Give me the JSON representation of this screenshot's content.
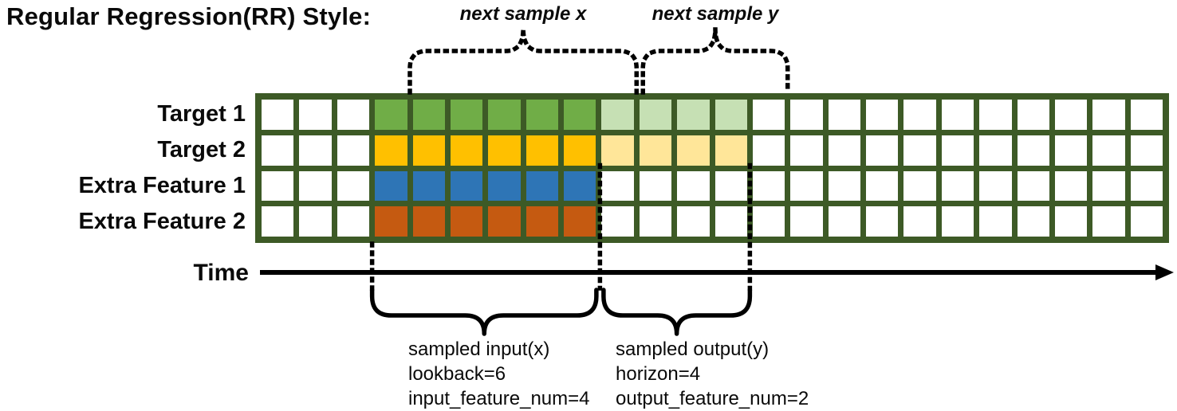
{
  "title": "Regular Regression(RR) Style:",
  "annotations": {
    "next_sample_x": "next sample x",
    "next_sample_y": "next sample y",
    "time_label": "Time",
    "input_block": {
      "line1": "sampled input(x)",
      "line2": "lookback=6",
      "line3": "input_feature_num=4"
    },
    "output_block": {
      "line1": "sampled output(y)",
      "line2": "horizon=4",
      "line3": "output_feature_num=2"
    }
  },
  "grid": {
    "total_columns": 24,
    "lead_empty_columns": 3,
    "lookback": 6,
    "horizon": 4,
    "line_color": "#3d5a26",
    "empty_cell_color": "#ffffff",
    "rows": [
      {
        "label": "Target 1",
        "kind": "target",
        "input_color": "#70ad47",
        "output_color": "#c6e0b4"
      },
      {
        "label": "Target 2",
        "kind": "target",
        "input_color": "#ffc000",
        "output_color": "#ffe699"
      },
      {
        "label": "Extra Feature 1",
        "kind": "extra-feature",
        "input_color": "#2e75b6",
        "output_color": null
      },
      {
        "label": "Extra Feature 2",
        "kind": "extra-feature",
        "input_color": "#c55a11",
        "output_color": null
      }
    ]
  },
  "colors": {
    "annotation": "#000000",
    "background": "#ffffff"
  }
}
